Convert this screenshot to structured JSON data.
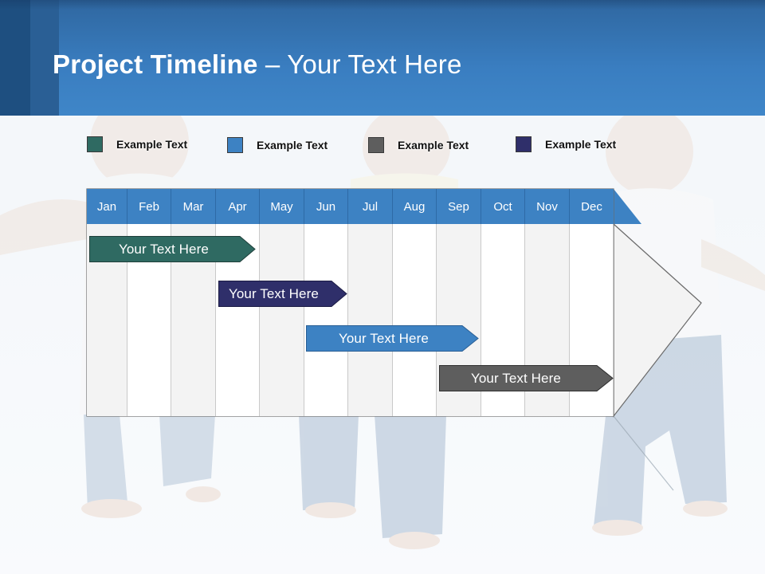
{
  "header": {
    "title_bold": "Project Timeline",
    "title_rest": " – Your Text Here"
  },
  "legend": [
    {
      "label": "Example Text",
      "color": "#2f6a62"
    },
    {
      "label": "Example Text",
      "color": "#3d82c3"
    },
    {
      "label": "Example Text",
      "color": "#5e5e5e"
    },
    {
      "label": "Example Text",
      "color": "#2f2f6a"
    }
  ],
  "timeline": {
    "months": [
      "Jan",
      "Feb",
      "Mar",
      "Apr",
      "May",
      "Jun",
      "Jul",
      "Aug",
      "Sep",
      "Oct",
      "Nov",
      "Dec"
    ],
    "header_color": "#3d82c3",
    "tasks": [
      {
        "label": "Your  Text Here",
        "color": "#2f6a62"
      },
      {
        "label": "Your  Text Here",
        "color": "#2f2f6a"
      },
      {
        "label": "Your  Text Here",
        "color": "#3d82c3"
      },
      {
        "label": "Your  Text Here",
        "color": "#5e5e5e"
      }
    ]
  }
}
